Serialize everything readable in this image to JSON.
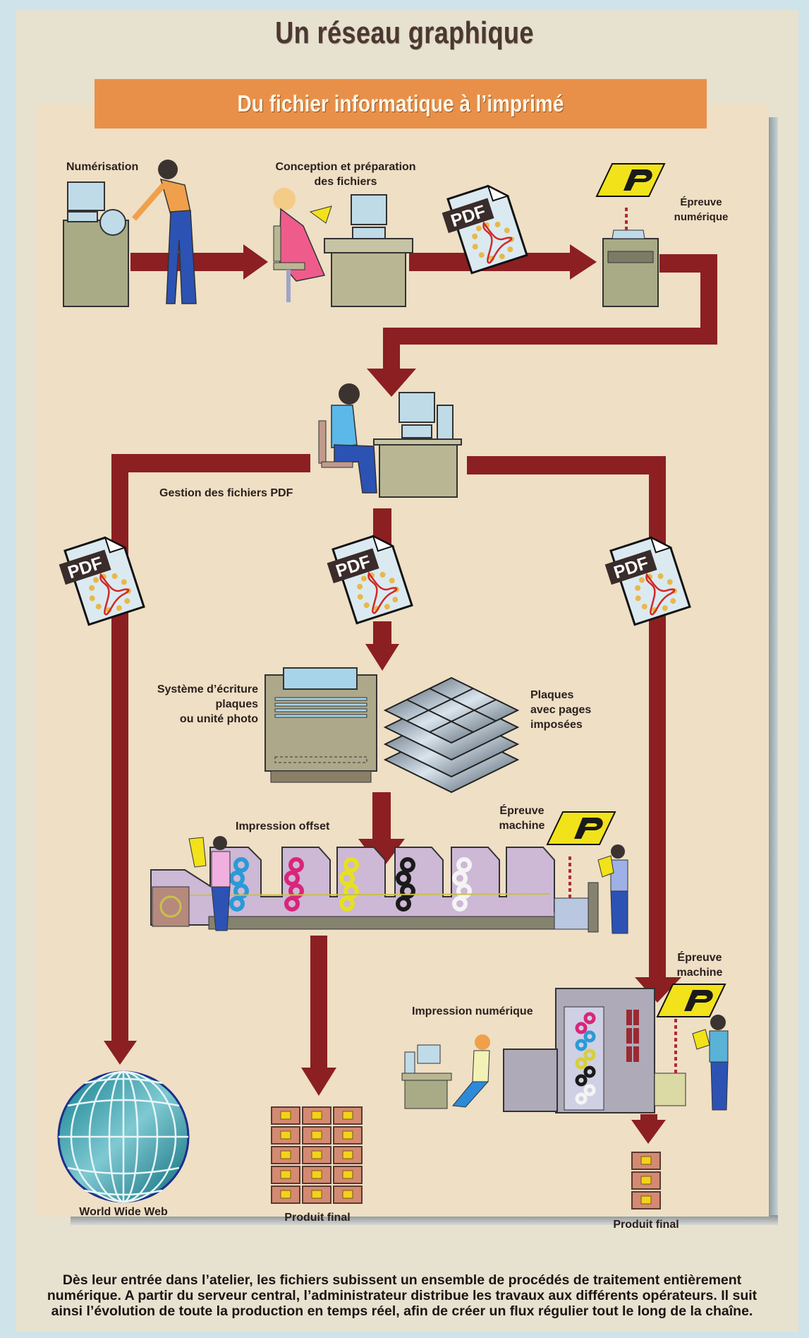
{
  "header": {
    "title": "Un réseau graphique",
    "subtitle": "Du fichier informatique à l’imprimé"
  },
  "colors": {
    "arrow": "#8c1f22",
    "banner": "#e8904a",
    "panel": "#eedfc5",
    "proof_yellow": "#f2e21a"
  },
  "steps": {
    "scanning": "Numérisation",
    "design_line1": "Conception et préparation",
    "design_line2": "des fichiers",
    "digital_proof_line1": "Épreuve",
    "digital_proof_line2": "numérique",
    "pdf_management": "Gestion des fichiers PDF",
    "platesetter_line1": "Système d’écriture",
    "platesetter_line2": "plaques",
    "platesetter_line3": "ou unité photo",
    "plates_line1": "Plaques",
    "plates_line2": "avec pages",
    "plates_line3": "imposées",
    "offset_printing": "Impression offset",
    "press_proof_line1": "Épreuve",
    "press_proof_line2": "machine",
    "digital_printing": "Impression numérique",
    "digital_press_proof_line1": "Épreuve",
    "digital_press_proof_line2": "machine",
    "web": "World Wide Web",
    "final_product_offset": "Produit final",
    "final_product_digital": "Produit final"
  },
  "icons": {
    "pdf_badge": "PDF",
    "proof_letter": "P"
  },
  "caption": {
    "line1": "Dès leur entrée dans l’atelier, les fichiers subissent un ensemble de procédés de traitement entièrement",
    "line2": "numérique. A partir du serveur central, l’administrateur distribue les travaux aux différents opérateurs. Il suit",
    "line3": "ainsi l’évolution de toute la production en temps réel, afin de créer un flux régulier tout le long de la chaîne."
  }
}
